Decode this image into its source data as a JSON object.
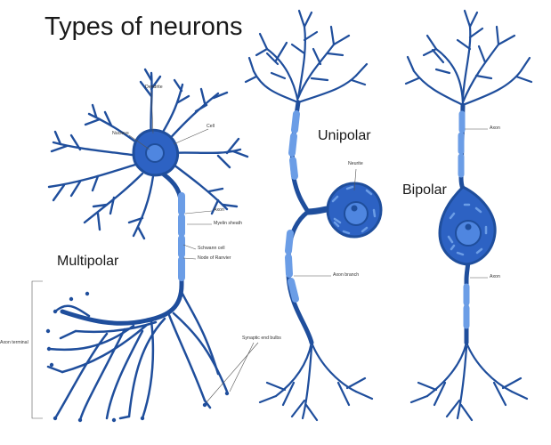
{
  "title": "Types of neurons",
  "types": {
    "multipolar": "Multipolar",
    "unipolar": "Unipolar",
    "bipolar": "Bipolar"
  },
  "labels": {
    "dendrite": "Dendrite",
    "nucleus": "Nucleus",
    "cell": "Cell",
    "axon": "Axon",
    "myelin_sheath": "Myelin sheath",
    "schwann_cell": "Schwann cell",
    "node_of_ranvier": "Node of Ranvier",
    "axon_terminal": "Axon terminal",
    "synaptic_end_bulbs": "Synaptic end bulbs",
    "neurite": "Neurite",
    "axon_branch": "Axon branch",
    "bipolar_axon_top": "Axon",
    "bipolar_axon_bottom": "Axon"
  },
  "colors": {
    "neuron": "#1f4e9c",
    "soma": "#2d62c3",
    "soma_light": "#4f86e0",
    "nucleus": "#3a78d8",
    "myelin": "#6b9de6",
    "leader": "#555555"
  }
}
